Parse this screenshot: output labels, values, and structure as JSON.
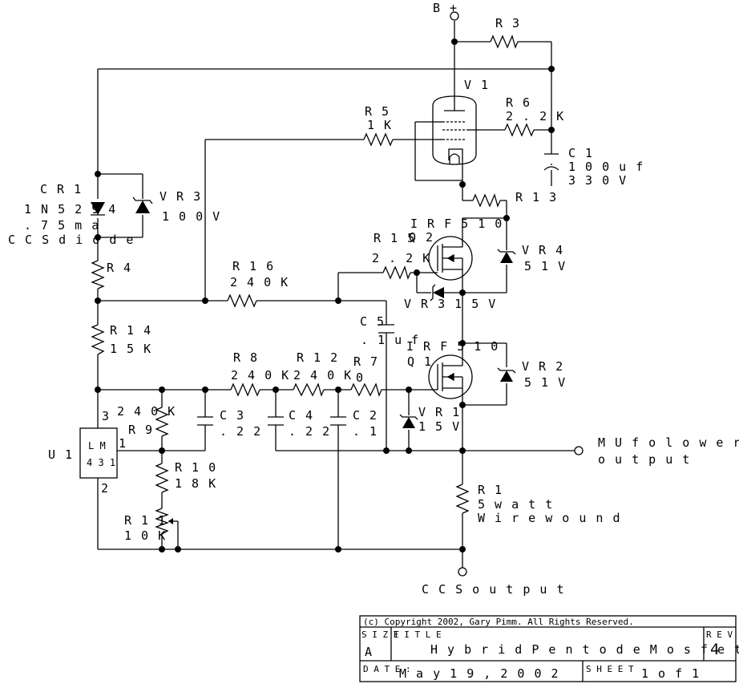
{
  "labels": {
    "bplus": "B +",
    "r3": "R 3",
    "v1": "V 1",
    "r5": "R 5",
    "r5_val": "1 K",
    "r6": "R 6",
    "r6_val": "2 . 2 K",
    "c1": "C 1",
    "c1_val": "1 0 0 u f",
    "c1_volt": "3 3 0 V",
    "cr1": "C R 1",
    "cr1_part": "1 N 5 2 9 4",
    "cr1_cur": ". 7 5 m a",
    "cr1_desc": "C C S  d i o d e",
    "vr3_top": "V R 3",
    "vr3_top_val": "1 0 0 V",
    "r13": "R 1 3",
    "q2_part": "I R F 5 1 0",
    "q2": "Q 2",
    "r15": "R 1 5",
    "r15_val": "2 . 2 K",
    "vr4": "V R 4",
    "vr4_val": "5 1 V",
    "r4": "R 4",
    "r16": "R 1 6",
    "r16_val": "2 4 0 K",
    "vr3_bot": "V R 3  1 5 V",
    "r14": "R 1 4",
    "r14_val": "1 5 K",
    "c5": "C 5",
    "c5_val": ". 1 u f",
    "q1_part": "I R F 5 1 0",
    "q1": "Q 1",
    "vr2": "V R 2",
    "vr2_val": "5 1 V",
    "r8": "R 8",
    "r8_val": "2 4 0 K",
    "r12": "R 1 2",
    "r12_val": "2 4 0 K",
    "r7": "R 7",
    "r7_val": "0",
    "r9_val": "2 4 0 K",
    "r9": "R 9",
    "c3": "C 3",
    "c3_val": ". 2 2",
    "c4": "C 4",
    "c4_val": ". 2 2",
    "c2": "C 2",
    "c2_val": ". 1",
    "vr1": "V R 1",
    "vr1_val": "1 5 V",
    "u1": "U 1",
    "u1_part1": "L M",
    "u1_part2": "4 3 1",
    "pin1": "1",
    "pin2": "2",
    "pin3": "3",
    "mu_out1": "M U  f o l o w e r",
    "mu_out2": "o u t p u t",
    "r1": "R 1",
    "r1_val": "5  w a t t",
    "r1_desc": "W i r e  w o u n d",
    "r10": "R 1 0",
    "r10_val": "1 8 K",
    "r11": "R 1 1",
    "r11_val": "1 0 K",
    "ccs_out": "C C S  o u t p u t"
  },
  "title_block": {
    "copyright": "(c) Copyright 2002, Gary Pimm. All Rights Reserved.",
    "size_label": "S I Z E",
    "size_value": "A",
    "title_label": "T I T L E",
    "title_value": "H y b r i d   P e n t o d e   M o s f e t   C C S",
    "rev_label": "R E V",
    "rev_value": "4",
    "date_label": "D A T E :",
    "date_value": "M a y   1 9 ,   2 0 0 2",
    "sheet_label": "S H E E T",
    "sheet_value": "1   o f   1"
  }
}
